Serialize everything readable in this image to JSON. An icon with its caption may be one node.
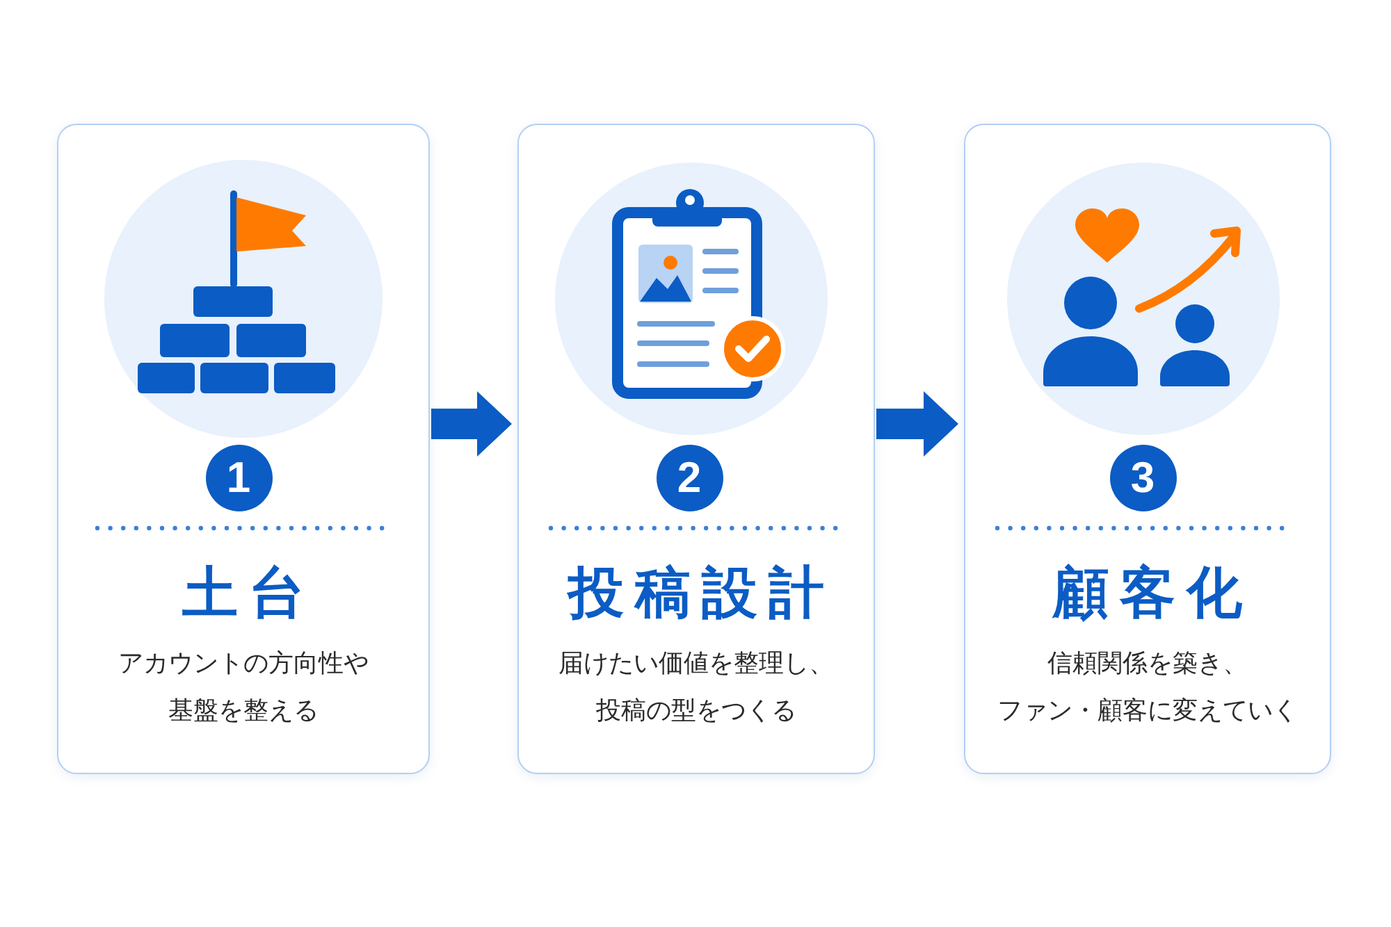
{
  "diagram": {
    "nodes": [
      {
        "text": [
          "土台",
          "アカウントの方向性や基盤を整える"
        ]
      },
      {
        "text": [
          "1"
        ],
        "in": 0
      },
      {
        "text": [
          "投稿設計",
          "届けたい価値を整理し、投稿の型をつくる"
        ]
      },
      {
        "text": [
          "2"
        ],
        "in": 2
      },
      {
        "text": [
          "顧客化",
          "信頼関係を築き、ファン・顧客に変えていく"
        ]
      },
      {
        "text": [
          "3"
        ],
        "in": 4
      }
    ],
    "edges": [
      {
        "from": 0,
        "to": 2,
        "arrow": "to"
      },
      {
        "from": 2,
        "to": 4,
        "arrow": "to"
      }
    ]
  }
}
